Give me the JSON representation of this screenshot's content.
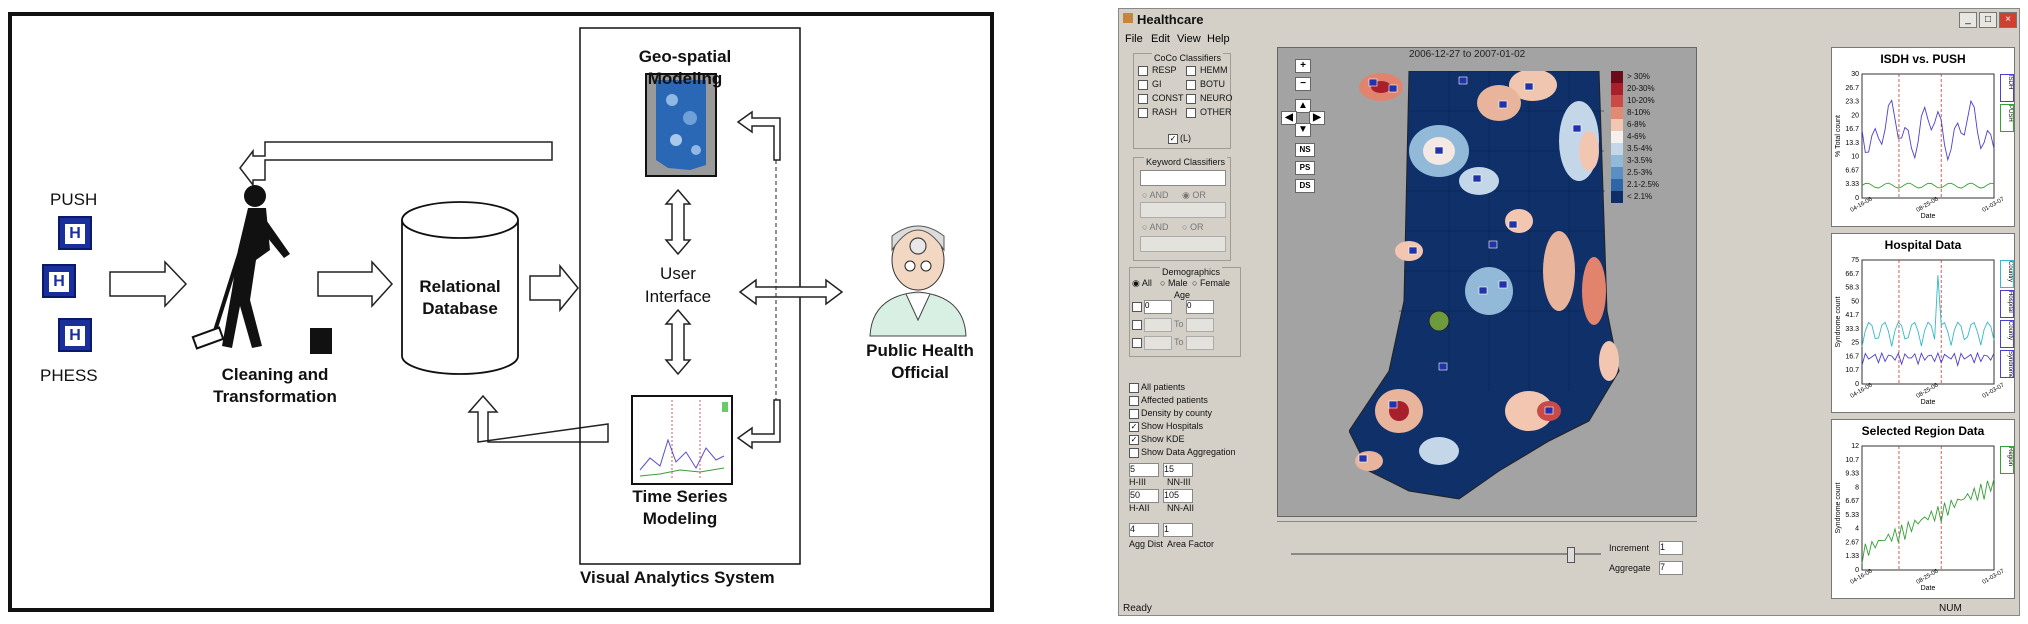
{
  "diagram": {
    "sources": {
      "top": "PUSH",
      "bottom": "PHESS"
    },
    "cleaning_label_1": "Cleaning and",
    "cleaning_label_2": "Transformation",
    "database_label_1": "Relational",
    "database_label_2": "Database",
    "geo_label_1": "Geo-spatial",
    "geo_label_2": "Modeling",
    "ui_label_1": "User",
    "ui_label_2": "Interface",
    "ts_label_1": "Time Series",
    "ts_label_2": "Modeling",
    "system_label": "Visual Analytics System",
    "official_label_1": "Public Health",
    "official_label_2": "Official",
    "hospital_glyph": "H"
  },
  "app": {
    "title": "Healthcare",
    "menu": [
      "File",
      "Edit",
      "View",
      "Help"
    ],
    "date_range": "2006-12-27  to  2007-01-02",
    "status": "Ready",
    "status_right": "NUM",
    "coco": {
      "title": "CoCo Classifiers",
      "left": [
        "RESP",
        "GI",
        "CONST",
        "RASH"
      ],
      "right": [
        "HEMM",
        "BOTU",
        "NEURO",
        "OTHER"
      ],
      "all": "(L)"
    },
    "keyword": {
      "title": "Keyword Classifiers",
      "and": "AND",
      "or": "OR"
    },
    "demographics": {
      "title": "Demographics",
      "all": "All",
      "male": "Male",
      "female": "Female",
      "age": "Age",
      "to": "To",
      "age_from": "0",
      "age_to": "0"
    },
    "options": [
      "All patients",
      "Affected patients",
      "Density by county",
      "Show Hospitals",
      "Show KDE",
      "Show Data Aggregation"
    ],
    "params": {
      "hil_val": "5",
      "nnhil_val": "15",
      "hil": "H-III",
      "nnhil": "NN-III",
      "hal_val": "50",
      "nnhal_val": "105",
      "hal": "H-AII",
      "nnhal": "NN-AII",
      "agg_val": "4",
      "area_val": "1",
      "agg": "Agg Dist",
      "area": "Area Factor"
    },
    "nav": {
      "plus": "+",
      "minus": "−",
      "ns": "NS",
      "ps": "PS",
      "ds": "DS"
    },
    "legend": [
      "> 30%",
      "20-30%",
      "10-20%",
      "8-10%",
      "6-8%",
      "4-6%",
      "3.5-4%",
      "3-3.5%",
      "2.5-3%",
      "2.1-2.5%",
      "< 2.1%"
    ],
    "legend_colors": [
      "#6e0b1a",
      "#a8202c",
      "#c94a47",
      "#e28a74",
      "#f3c6b2",
      "#f4f0ee",
      "#c4d7e8",
      "#93b9d9",
      "#5b8fc3",
      "#2f66a7",
      "#0d2f66"
    ],
    "bottom": {
      "increment": "Increment",
      "increment_val": "1",
      "aggregate": "Aggregate",
      "aggregate_val": "7"
    },
    "charts": [
      {
        "title": "ISDH vs. PUSH",
        "ylabel": "% Total count",
        "xlabel": "Date",
        "yticks": [
          "30",
          "26.7",
          "23.3",
          "20",
          "16.7",
          "13.3",
          "10",
          "6.67",
          "3.33",
          "0"
        ],
        "xticks": [
          "04-16-06",
          "08-25-06",
          "01-03-07"
        ],
        "legend": [
          "ISDH",
          "PUSH"
        ]
      },
      {
        "title": "Hospital Data",
        "ylabel": "Syndrome count",
        "xlabel": "Date",
        "yticks": [
          "75",
          "66.7",
          "58.3",
          "50",
          "41.7",
          "33.3",
          "25",
          "16.7",
          "10.7",
          "0"
        ],
        "xticks": [
          "04-16-06",
          "08-25-06",
          "01-03-07"
        ],
        "legend": [
          "Country",
          "Hospital",
          "County",
          "Syndrome"
        ]
      },
      {
        "title": "Selected Region Data",
        "ylabel": "Syndrome count",
        "xlabel": "Date",
        "yticks": [
          "12",
          "10.7",
          "9.33",
          "8",
          "6.67",
          "5.33",
          "4",
          "2.67",
          "1.33",
          "0"
        ],
        "xticks": [
          "04-16-06",
          "08-25-06",
          "01-03-07"
        ],
        "legend": [
          "Region"
        ]
      }
    ]
  }
}
